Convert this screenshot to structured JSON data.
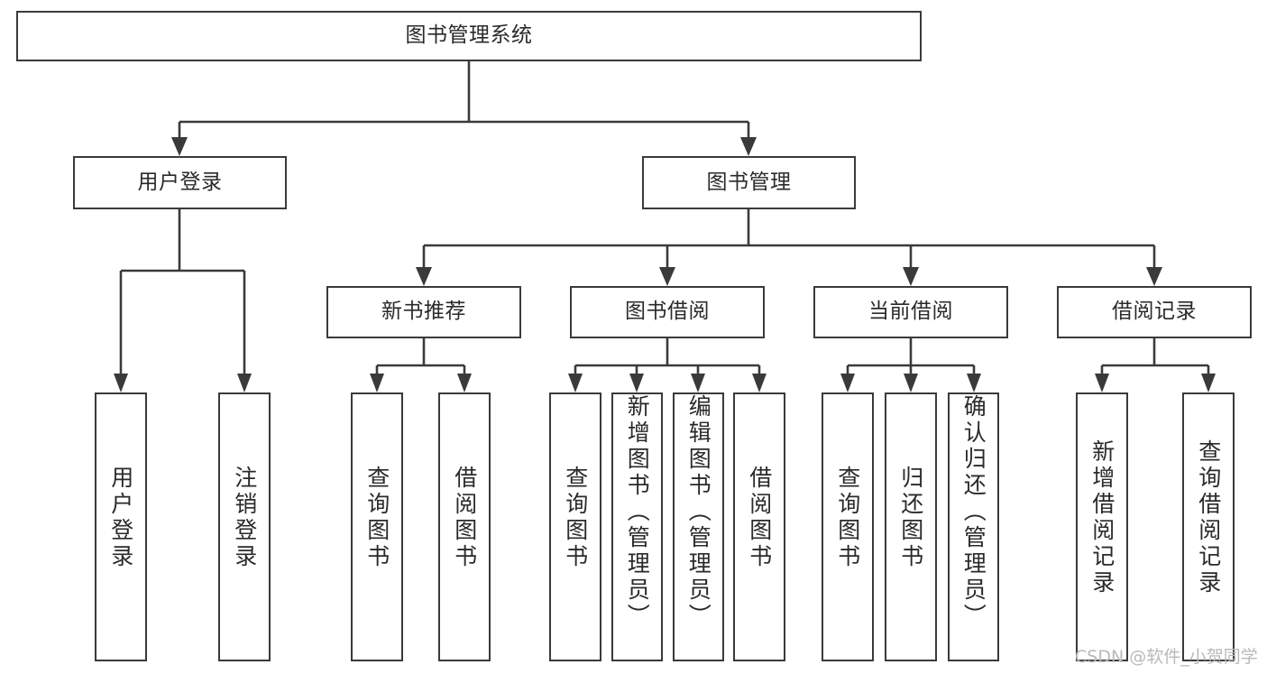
{
  "diagram": {
    "type": "tree",
    "title": "图书管理系统",
    "colors": {
      "border": "#3a3a3a",
      "background": "#ffffff",
      "text": "#2a2a2a",
      "watermark": "#b9b9b9"
    },
    "nodes": {
      "root": {
        "label": "图书管理系统"
      },
      "level2": [
        {
          "label": "用户登录"
        },
        {
          "label": "图书管理"
        }
      ],
      "level3": [
        {
          "label": "新书推荐"
        },
        {
          "label": "图书借阅"
        },
        {
          "label": "当前借阅"
        },
        {
          "label": "借阅记录"
        }
      ],
      "leaves": {
        "user_login": [
          {
            "label": "用户登录"
          },
          {
            "label": "注销登录"
          }
        ],
        "new_book": [
          {
            "label": "查询图书"
          },
          {
            "label": "借阅图书"
          }
        ],
        "book_borrow": [
          {
            "label": "查询图书"
          },
          {
            "label": "新增图书（管理员）"
          },
          {
            "label": "编辑图书（管理员）"
          },
          {
            "label": "借阅图书"
          }
        ],
        "current_borrow": [
          {
            "label": "查询图书"
          },
          {
            "label": "归还图书"
          },
          {
            "label": "确认归还（管理员）"
          }
        ],
        "borrow_record": [
          {
            "label": "新增借阅记录"
          },
          {
            "label": "查询借阅记录"
          }
        ]
      }
    },
    "watermark": "CSDN @软件_小贺同学"
  }
}
